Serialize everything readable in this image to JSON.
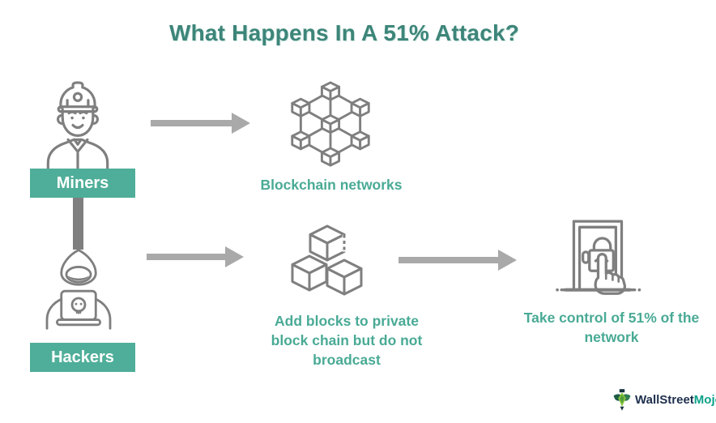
{
  "title": "What Happens In A 51% Attack?",
  "actors": {
    "miners": {
      "label": "Miners",
      "icon": "miner-icon"
    },
    "hackers": {
      "label": "Hackers",
      "icon": "hacker-icon"
    }
  },
  "flow": {
    "blockchain_label": "Blockchain networks",
    "private_chain_label": "Add blocks to private block chain but do not broadcast",
    "control_label": "Take control of 51% of the network",
    "icons": {
      "blockchain": "blockchain-network-icon",
      "private_chain": "blocks-icon",
      "control": "door-lock-hand-icon"
    }
  },
  "logo": {
    "part1": "WallStreet",
    "part2": "Mojo",
    "icon": "wallstreetmojo-mascot-icon"
  },
  "colors": {
    "accent_teal": "#4FAE99",
    "label_teal": "#49AA95",
    "title_teal": "#3D8579",
    "icon_gray": "#7F7F7F",
    "arrow_gray": "#A9A9A9",
    "connector_gray": "#7F7F7F",
    "logo_navy": "#1E2F4D",
    "logo_green": "#0BA189"
  }
}
